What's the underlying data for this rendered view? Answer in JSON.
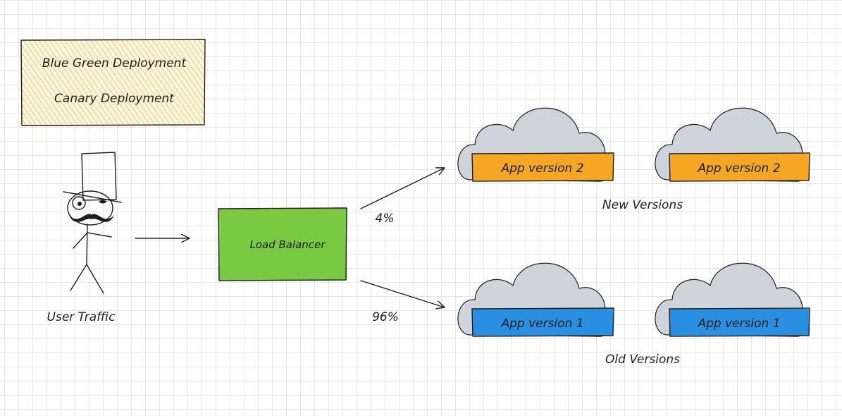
{
  "legend": {
    "items": [
      "Blue Green Deployment",
      "Canary Deployment"
    ],
    "fill_color": "#f5c04a"
  },
  "user": {
    "label": "User Traffic"
  },
  "load_balancer": {
    "label": "Load Balancer",
    "color": "#7ac943"
  },
  "routes": {
    "new_percent": "4%",
    "old_percent": "96%"
  },
  "new_group": {
    "caption": "New Versions",
    "color": "#f5a623",
    "clouds": [
      {
        "label": "App version 2"
      },
      {
        "label": "App version 2"
      }
    ]
  },
  "old_group": {
    "caption": "Old Versions",
    "color": "#2a8fe0",
    "clouds": [
      {
        "label": "App version 1"
      },
      {
        "label": "App version 1"
      }
    ]
  },
  "cloud_color": "#ced4da",
  "stroke_color": "#1e1e1e"
}
